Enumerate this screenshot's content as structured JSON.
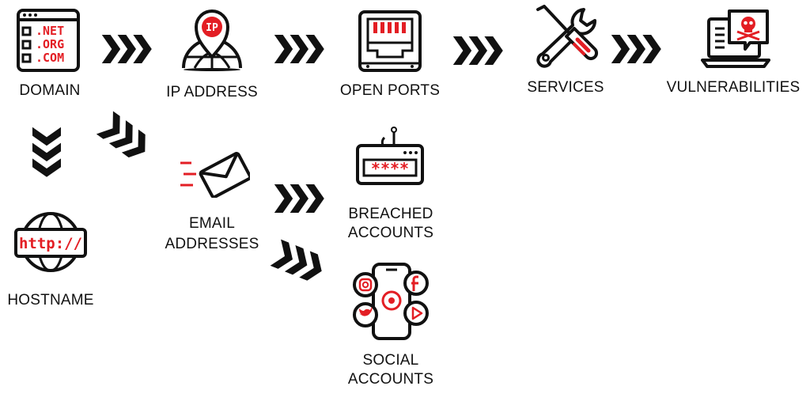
{
  "nodes": {
    "domain": {
      "label": "DOMAIN",
      "tlds": [
        ".NET",
        ".ORG",
        ".COM"
      ]
    },
    "ip_address": {
      "label": "IP ADDRESS",
      "badge": "IP"
    },
    "open_ports": {
      "label": "OPEN PORTS"
    },
    "services": {
      "label": "SERVICES"
    },
    "vulnerabilities": {
      "label": "VULNERABILITIES"
    },
    "hostname": {
      "label": "HOSTNAME",
      "badge": "http://"
    },
    "email_addresses": {
      "label_line1": "EMAIL",
      "label_line2": "ADDRESSES"
    },
    "breached_accounts": {
      "label_line1": "BREACHED",
      "label_line2": "ACCOUNTS",
      "masked": "****"
    },
    "social_accounts": {
      "label_line1": "SOCIAL",
      "label_line2": "ACCOUNTS"
    }
  },
  "colors": {
    "accent": "#e31e24",
    "ink": "#111111",
    "background": "#ffffff"
  },
  "icons": {
    "domain": "domain-list-icon",
    "ip_address": "ip-location-pin-icon",
    "open_ports": "ethernet-port-icon",
    "services": "tools-icon",
    "vulnerabilities": "laptop-skull-icon",
    "hostname": "globe-http-icon",
    "email_addresses": "envelope-icon",
    "breached_accounts": "password-device-icon",
    "social_accounts": "smartphone-social-icon"
  }
}
